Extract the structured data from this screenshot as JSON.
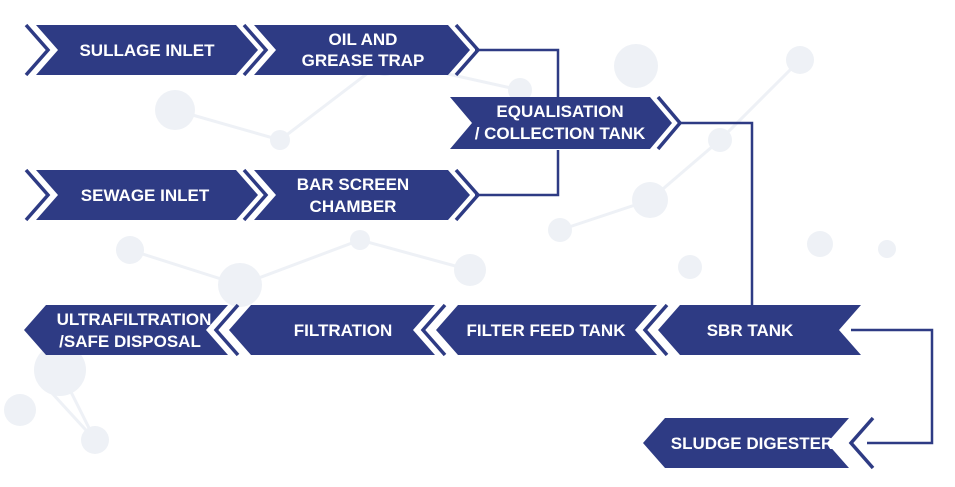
{
  "diagram": {
    "accent_color": "#2e3b84",
    "nodes": {
      "sullage_inlet": [
        "SULLAGE INLET"
      ],
      "oil_grease_trap": [
        "OIL AND",
        "GREASE TRAP"
      ],
      "equalisation_tank": [
        "EQUALISATION",
        "/ COLLECTION TANK"
      ],
      "sewage_inlet": [
        "SEWAGE INLET"
      ],
      "bar_screen_chamber": [
        "BAR SCREEN",
        "CHAMBER"
      ],
      "ultrafiltration": [
        "ULTRAFILTRATION",
        "/SAFE DISPOSAL"
      ],
      "filtration": [
        "FILTRATION"
      ],
      "filter_feed_tank": [
        "FILTER FEED TANK"
      ],
      "sbr_tank": [
        "SBR TANK"
      ],
      "sludge_digester": [
        "SLUDGE DIGESTER"
      ]
    }
  }
}
